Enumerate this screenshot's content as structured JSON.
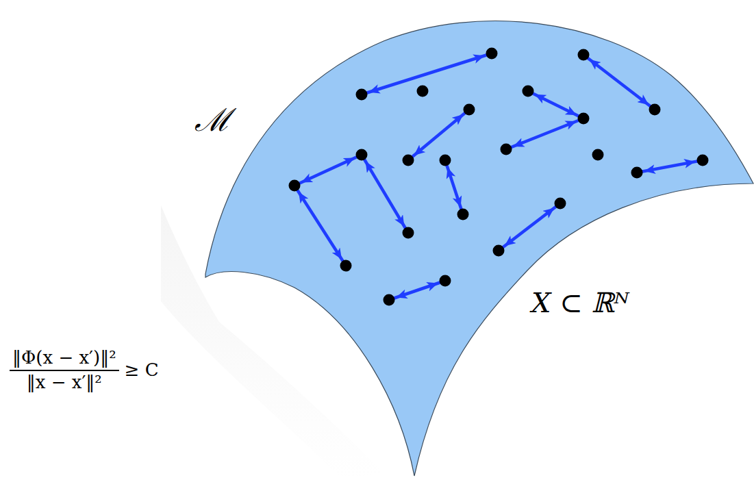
{
  "diagram": {
    "labels": [
      "ℳ",
      "X ⊂ ℝᴺ",
      "‖Φ(x − x′)‖²",
      "‖x − x′‖²",
      "≥ C"
    ]
  }
}
